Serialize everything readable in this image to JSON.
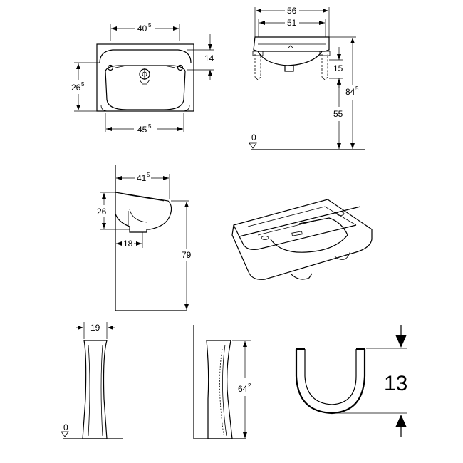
{
  "top_view": {
    "dim_width_inner": {
      "main": "40",
      "sup": "5"
    },
    "dim_width_outer": {
      "main": "45",
      "sup": "5"
    },
    "dim_depth": {
      "main": "26",
      "sup": "5"
    },
    "dim_rim": "14"
  },
  "front_view": {
    "dim_outer": "56",
    "dim_inner": "51",
    "dim_15": "15",
    "dim_55": "55",
    "dim_total": {
      "main": "84",
      "sup": "5"
    },
    "floor_level": "0"
  },
  "side_view": {
    "dim_depth": {
      "main": "41",
      "sup": "5"
    },
    "dim_height": "26",
    "dim_drain": "18",
    "dim_rim_height": "79"
  },
  "pedestal": {
    "dim_width": "19",
    "floor_level": "0",
    "dim_height": {
      "main": "64",
      "sup": "2"
    }
  },
  "detail": {
    "dim_big": "13"
  }
}
